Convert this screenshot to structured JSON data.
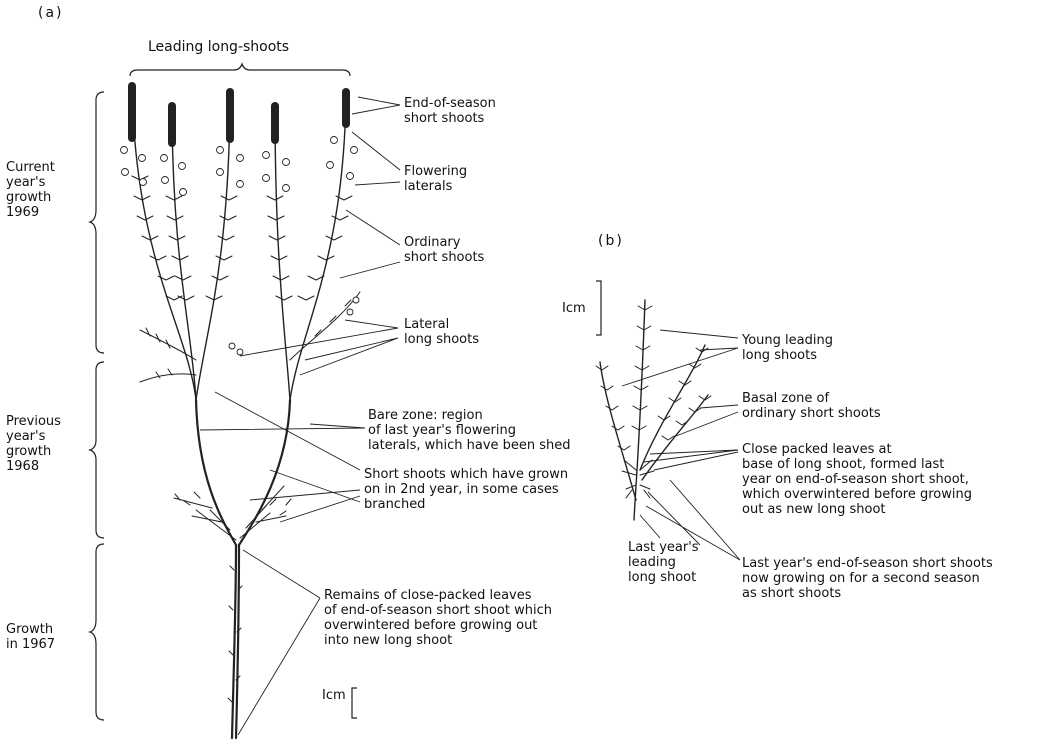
{
  "panels": {
    "a": "(a)",
    "b": "(b)"
  },
  "growth_labels": {
    "current": [
      "Current",
      "year's",
      "growth",
      "1969"
    ],
    "previous": [
      "Previous",
      "year's",
      "growth",
      "1968"
    ],
    "y1967": [
      "Growth",
      "in 1967"
    ]
  },
  "panel_a": {
    "top_brace_label": "Leading long-shoots",
    "end_of_season": [
      "End-of-season",
      "short shoots"
    ],
    "flowering": [
      "Flowering",
      "laterals"
    ],
    "ordinary": [
      "Ordinary",
      "short shoots"
    ],
    "lateral_long": [
      "Lateral",
      "long shoots"
    ],
    "bare_zone": [
      "Bare zone: region",
      "of last year's flowering",
      "laterals, which have been shed"
    ],
    "short_2nd": [
      "Short shoots which have grown",
      "on in 2nd year, in some cases",
      "branched"
    ],
    "remains": [
      "Remains of close-packed leaves",
      "of end-of-season short shoot which",
      "overwintered before growing out",
      "into new long shoot"
    ],
    "scale": "Icm"
  },
  "panel_b": {
    "scale": "Icm",
    "young_leading": [
      "Young leading",
      "long shoots"
    ],
    "basal_zone": [
      "Basal zone of",
      "ordinary short shoots"
    ],
    "close_packed": [
      "Close packed leaves at",
      "base of long shoot, formed last",
      "year on end-of-season short shoot,",
      "which overwintered before growing",
      "out as new long shoot"
    ],
    "last_leading": [
      "Last year's",
      "leading",
      "long shoot"
    ],
    "last_end": [
      "Last year's end-of-season short shoots",
      "now growing on for a second season",
      "as short shoots"
    ]
  }
}
